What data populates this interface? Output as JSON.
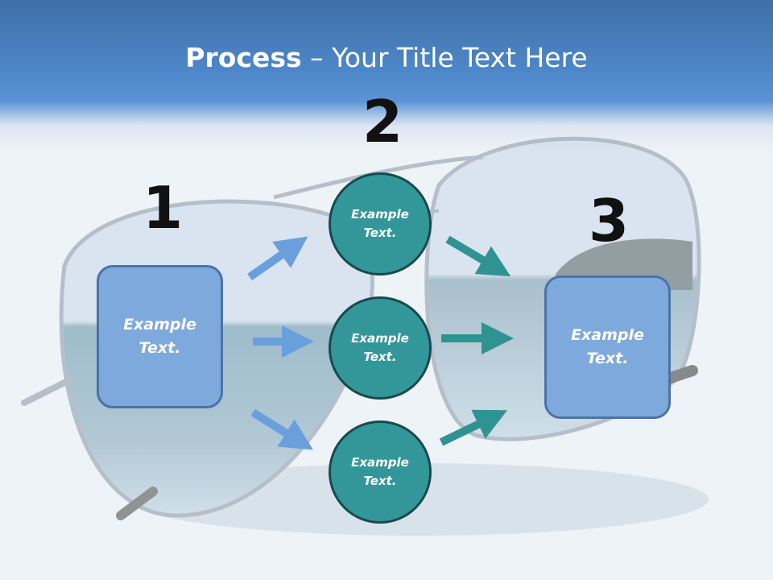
{
  "slide": {
    "title_bold": "Process",
    "title_rest": " – Your Title Text Here"
  },
  "steps": {
    "step1_number": "1",
    "step2_number": "2",
    "step3_number": "3"
  },
  "nodes": {
    "left_box": "Example\nText.",
    "right_box": "Example\nText.",
    "circle_top": "Example\nText.",
    "circle_middle": "Example\nText.",
    "circle_bottom": "Example\nText."
  },
  "colors": {
    "box_fill": "#7ea9dd",
    "circle_fill": "#33979a",
    "arrow_blue": "#6a9fdd",
    "arrow_teal": "#2f9391"
  },
  "background_image": "aviator-sunglasses-reflecting-sea"
}
